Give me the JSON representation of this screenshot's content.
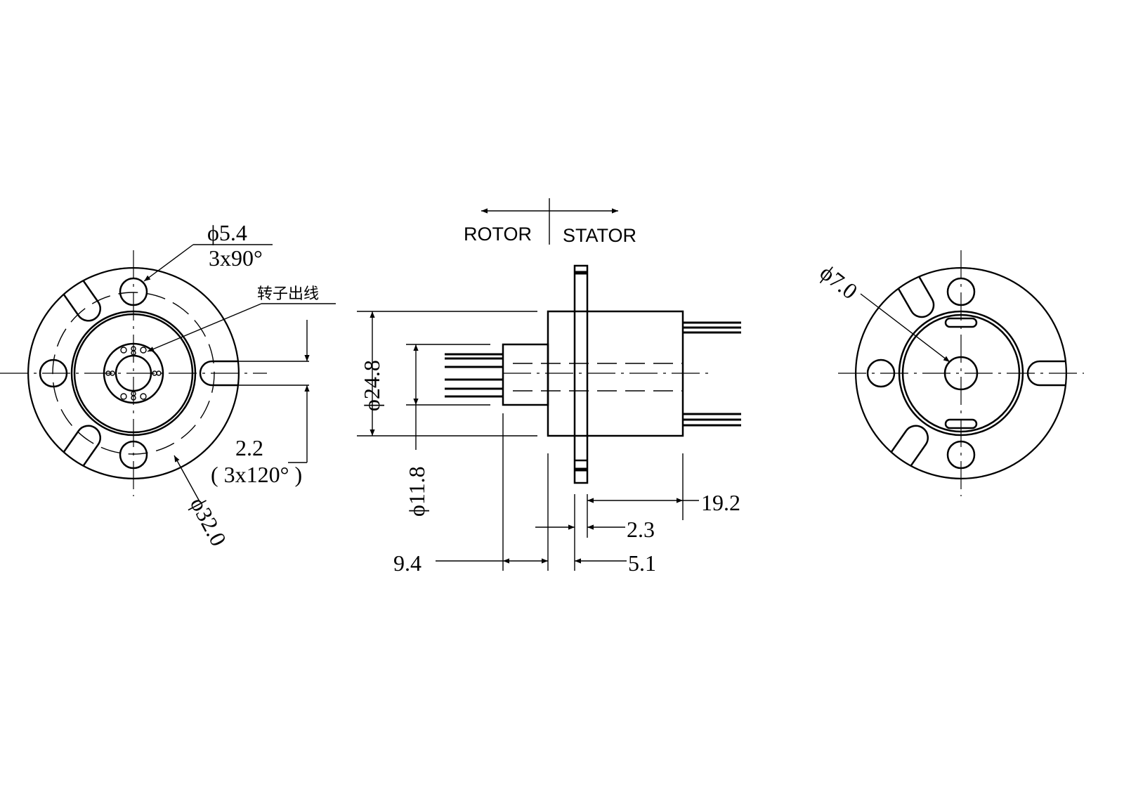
{
  "labels": {
    "rotor": "ROTOR",
    "stator": "STATOR",
    "rotor_leads": "转子出线",
    "hole_dia": "ϕ5.4",
    "hole_pattern": "3x90°",
    "slot_width": "2.2",
    "slot_pattern": "( 3x120° )",
    "flange_dia": "ϕ32.0",
    "body_dia": "ϕ24.8",
    "shaft_dia": "ϕ11.8",
    "stator_length": "19.2",
    "flange_thickness": "2.3",
    "rotor_length": "9.4",
    "rotor_to_flange": "5.1",
    "bore_dia": "ϕ7.0"
  }
}
